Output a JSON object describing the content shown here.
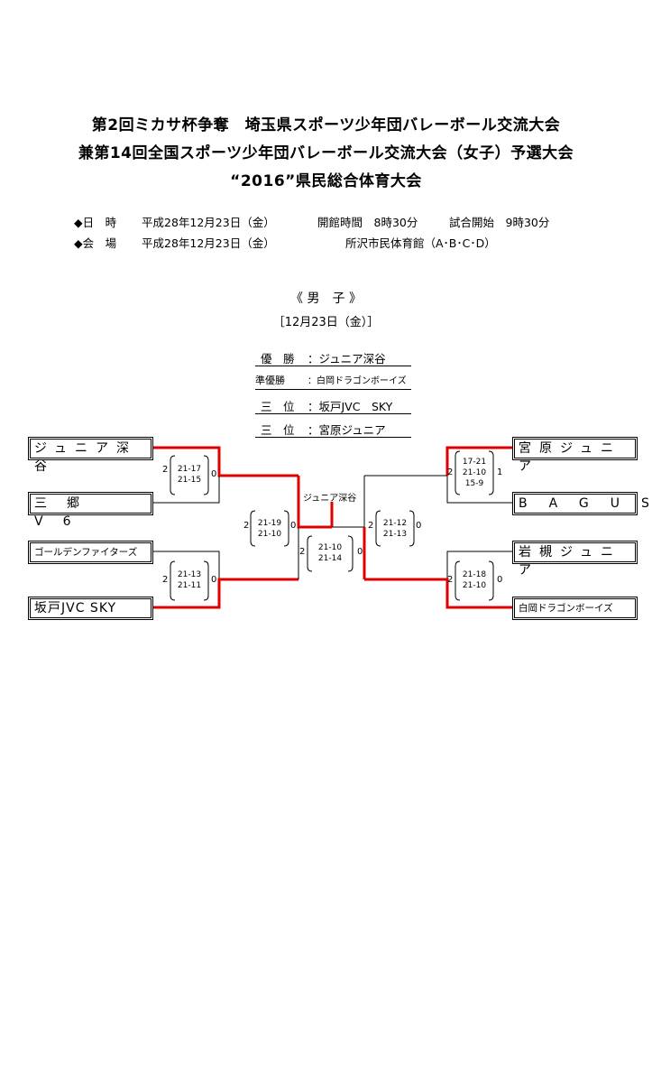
{
  "header": {
    "title_line1": "第2回ミカサ杯争奪　埼玉県スポーツ少年団バレーボール交流大会",
    "title_line2": "兼第14回全国スポーツ少年団バレーボール交流大会（女子）予選大会",
    "title_line3": "“2016”県民総合体育大会"
  },
  "info": {
    "date_label": "◆日　時",
    "date_value": "平成28年12月23日（金）",
    "open_time": "開館時間　8時30分",
    "start_time": "試合開始　9時30分",
    "venue_label": "◆会　場",
    "venue_date": "平成28年12月23日（金）",
    "venue_name": "所沢市民体育館（A･B･C･D）"
  },
  "section": {
    "category": "《 男　子 》",
    "date": "［12月23日（金）］"
  },
  "results": [
    {
      "label": "優　勝",
      "value": "：ジュニア深谷"
    },
    {
      "label": "準優勝",
      "value": "：白岡ドラゴンボーイズ"
    },
    {
      "label": "三　位",
      "value": "：坂戸JVC　SKY"
    },
    {
      "label": "三　位",
      "value": "：宮原ジュニア"
    }
  ],
  "teams": {
    "left": [
      "ジュニア深谷",
      "三郷V6",
      "ゴールデンファイターズ",
      "坂戸JVC SKY"
    ],
    "right": [
      "宮原ジュニア",
      "BAGUS",
      "岩槻ジュニア",
      "白岡ドラゴンボーイズ"
    ]
  },
  "champion_label": "ジュニア深谷",
  "matches": {
    "l1": {
      "sets": "21-17\n21-15",
      "w": "2",
      "l": "0"
    },
    "l2": {
      "sets": "21-13\n21-11",
      "w": "2",
      "l": "0"
    },
    "l3": {
      "sets": "21-19\n21-10",
      "w": "2",
      "l": "0"
    },
    "r1": {
      "sets": "17-21\n21-10\n15-9",
      "w": "2",
      "l": "1"
    },
    "r2": {
      "sets": "21-18\n21-10",
      "w": "2",
      "l": "0"
    },
    "r3": {
      "sets": "21-12\n21-13",
      "w": "2",
      "l": "0"
    },
    "final": {
      "sets": "21-10\n21-14",
      "w": "2",
      "l": "0"
    }
  },
  "colors": {
    "win_line": "#e00000",
    "line": "#000000"
  }
}
